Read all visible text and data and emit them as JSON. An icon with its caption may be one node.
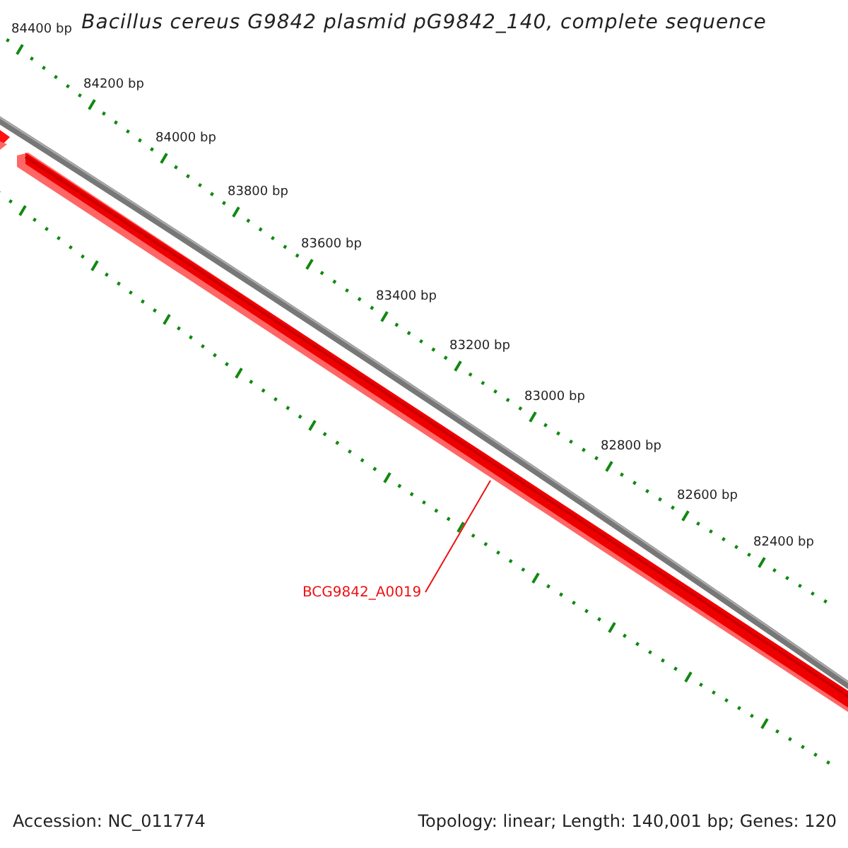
{
  "diagram": {
    "title": "Bacillus cereus G9842 plasmid pG9842_140, complete sequence",
    "nodes": [
      {
        "text": [],
        "shape": "bar"
      },
      {
        "text": [],
        "shape": "bar"
      },
      {
        "text": [
          "BCG9842_A0019"
        ]
      }
    ],
    "edges": [
      {
        "from": 2,
        "to": 1,
        "arrow": "none"
      }
    ],
    "labels": [
      "84400 bp",
      "84200 bp",
      "84000 bp",
      "83800 bp",
      "83600 bp",
      "83400 bp",
      "83200 bp",
      "83000 bp",
      "82800 bp",
      "82600 bp",
      "82400 bp",
      "Accession: NC_011774",
      "Topology: linear; Length: 140,001 bp; Genes: 120"
    ]
  }
}
